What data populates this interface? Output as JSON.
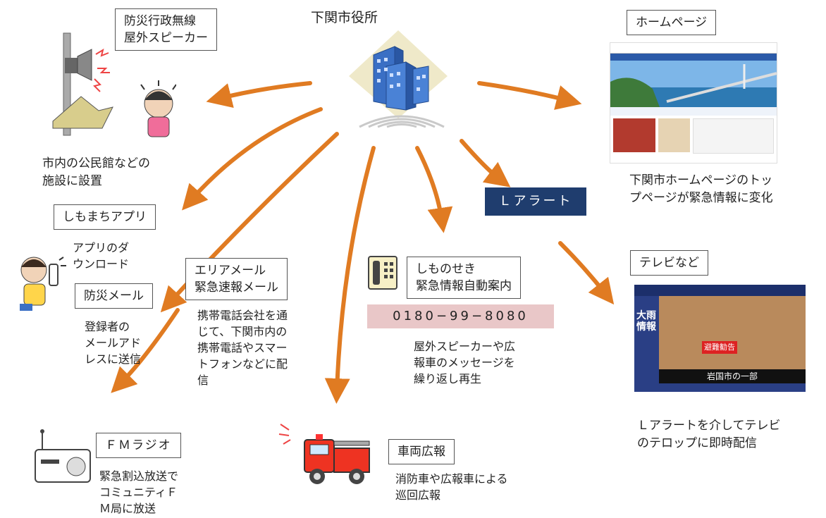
{
  "center": {
    "label": "下関市役所"
  },
  "speaker": {
    "title_line1": "防災行政無線",
    "title_line2": "屋外スピーカー",
    "desc_line1": "市内の公民館などの",
    "desc_line2": "施設に設置"
  },
  "app": {
    "title": "しもまちアプリ",
    "desc_line1": "アプリのダ",
    "desc_line2": "ウンロード"
  },
  "mail": {
    "title": "防災メール",
    "desc_line1": "登録者の",
    "desc_line2": "メールアド",
    "desc_line3": "レスに送信"
  },
  "area_mail": {
    "title_line1": "エリアメール",
    "title_line2": "緊急速報メール",
    "desc_line1": "携帯電話会社を通",
    "desc_line2": "じて、下関市内の",
    "desc_line3": "携帯電話やスマー",
    "desc_line4": "トフォンなどに配",
    "desc_line5": "信"
  },
  "phone": {
    "title_line1": "しものせき",
    "title_line2": "緊急情報自動案内",
    "number": "0180−99−8080",
    "desc_line1": "屋外スピーカーや広",
    "desc_line2": "報車のメッセージを",
    "desc_line3": "繰り返し再生"
  },
  "lalert": {
    "label": "Ｌアラート"
  },
  "homepage": {
    "title": "ホームページ",
    "desc_line1": "下関市ホームページのトッ",
    "desc_line2": "プページが緊急情報に変化"
  },
  "tv": {
    "title": "テレビなど",
    "desc_line1": "Ｌアラートを介してテレビ",
    "desc_line2": "のテロップに即時配信",
    "screen_badge": "避難勧告",
    "screen_vertical": "大雨情報",
    "screen_footer": "岩国市の一部"
  },
  "fm": {
    "title": "ＦＭラジオ",
    "desc_line1": "緊急割込放送で",
    "desc_line2": "コミュニティＦ",
    "desc_line3": "Ｍ局に放送"
  },
  "vehicle": {
    "title": "車両広報",
    "desc_line1": "消防車や広報車による",
    "desc_line2": "巡回広報"
  },
  "colors": {
    "arrow": "#e07b22",
    "lalert_bg": "#1f3d6e",
    "phone_bg": "#e9c7c8",
    "building": "#3a6fc4"
  }
}
